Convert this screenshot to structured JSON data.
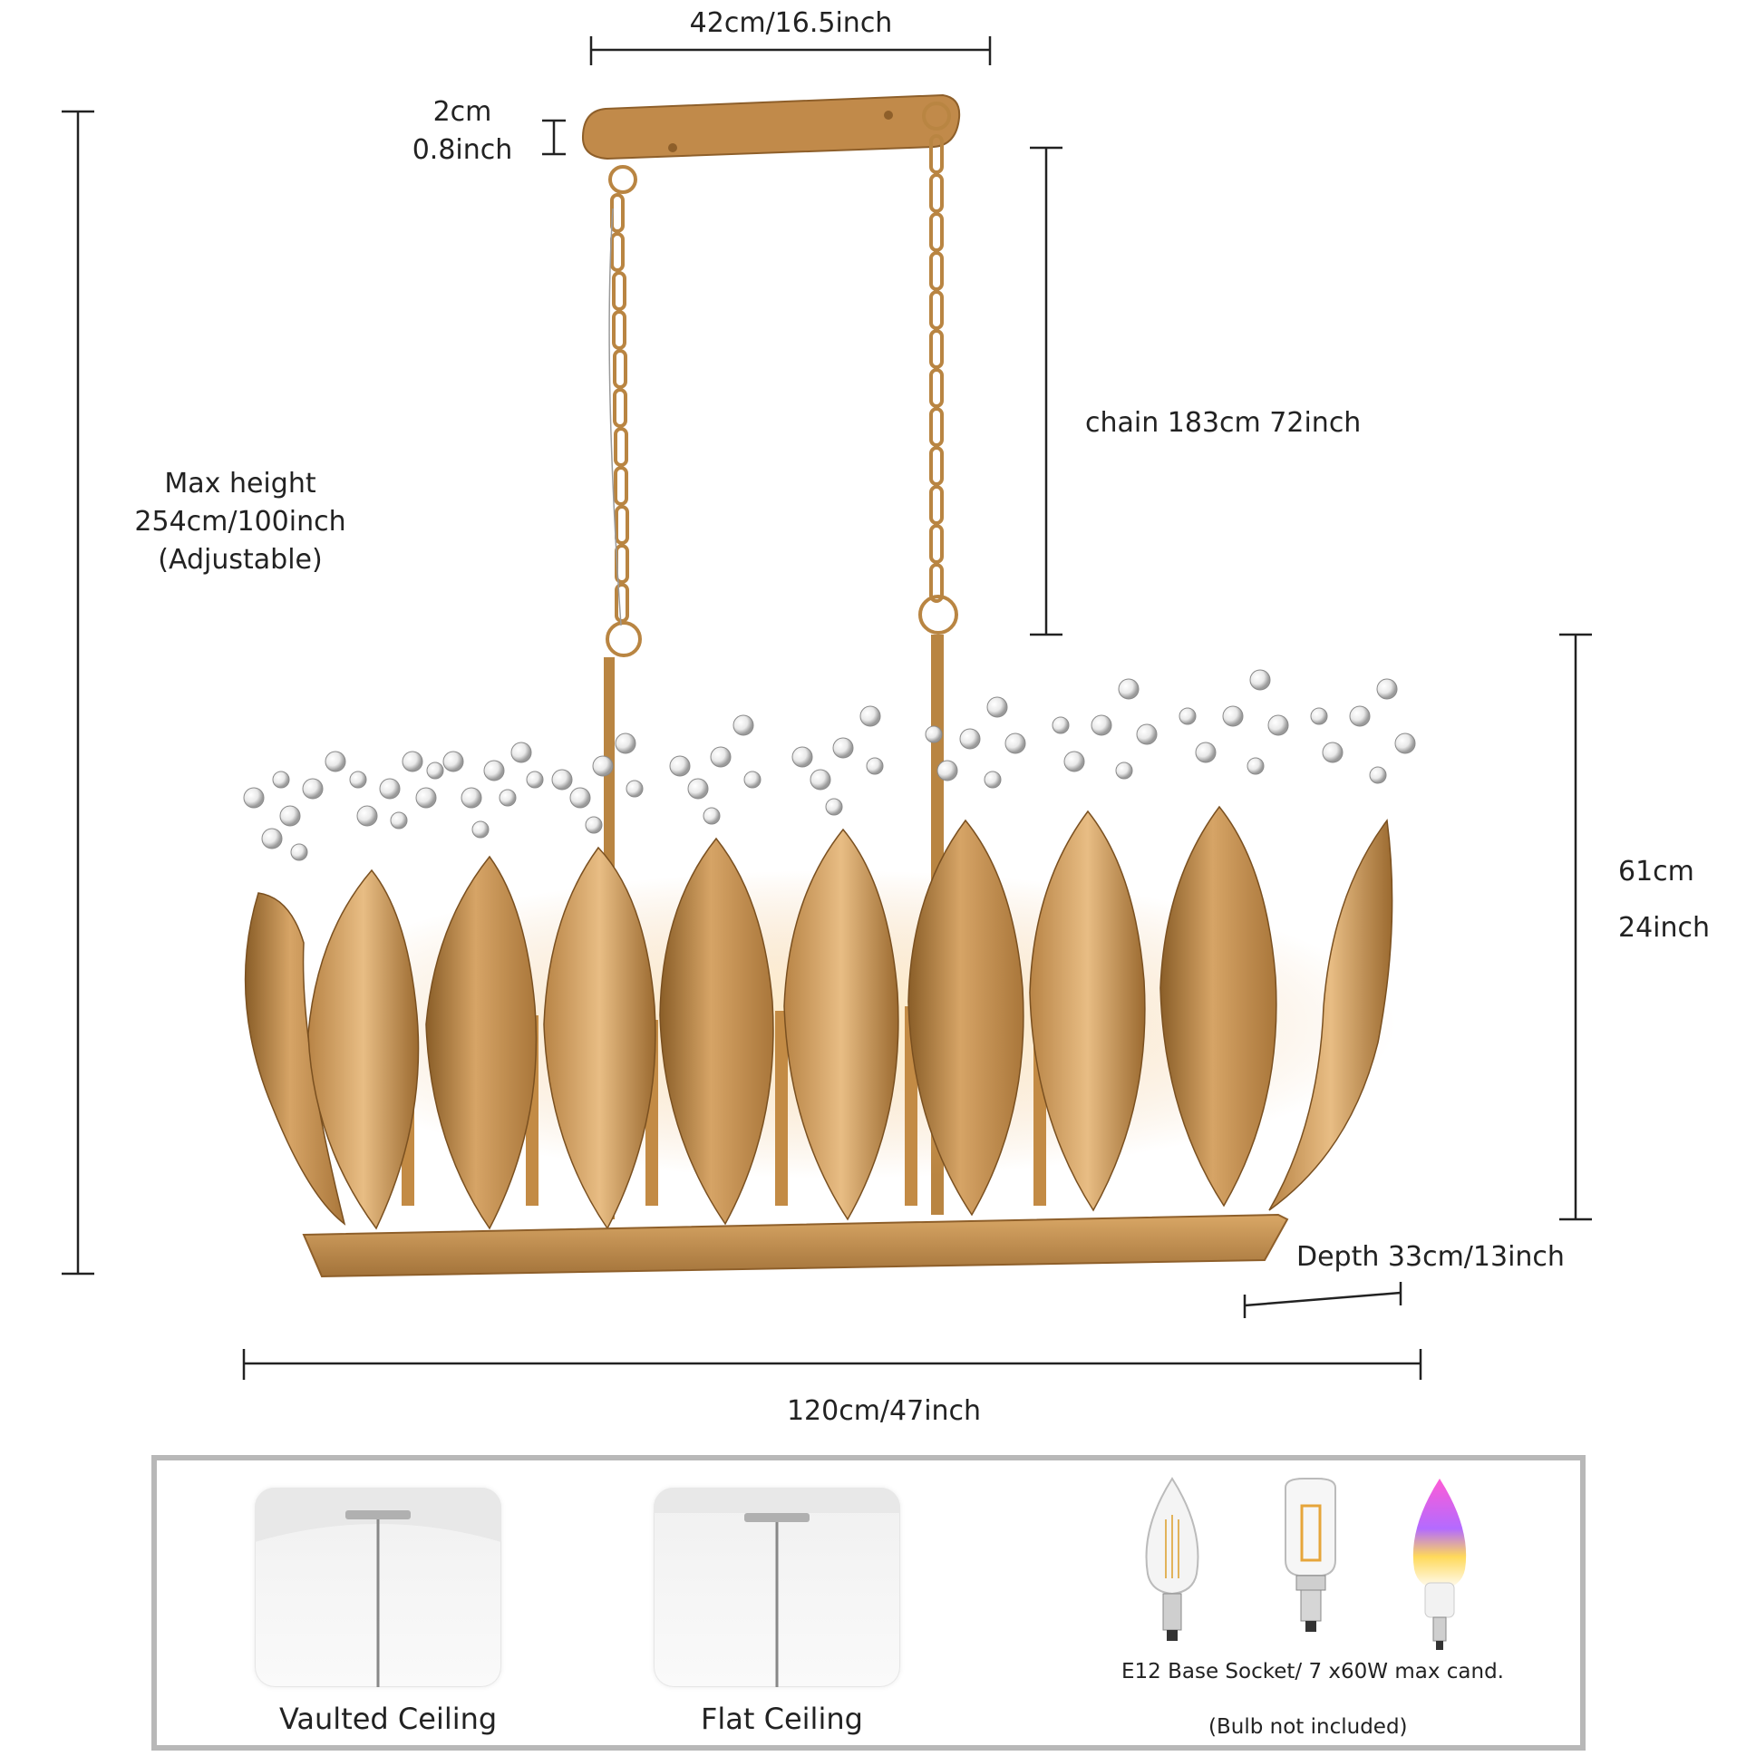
{
  "dimensions": {
    "canopy_width": "42cm/16.5inch",
    "canopy_height_cm": "2cm",
    "canopy_height_inch": "0.8inch",
    "max_height_line1": "Max height",
    "max_height_line2": "254cm/100inch",
    "max_height_line3": "(Adjustable)",
    "chain": "chain 183cm 72inch",
    "body_height_cm": "61cm",
    "body_height_inch": "24inch",
    "depth": "Depth 33cm/13inch",
    "width": "120cm/47inch"
  },
  "install_options": {
    "vaulted": "Vaulted Ceiling",
    "flat": "Flat Ceiling"
  },
  "bulbs": {
    "spec": "E12 Base Socket/ 7 x60W  max cand.",
    "note": "(Bulb not included)"
  },
  "colors": {
    "gold": "#c8924a",
    "gold_dark": "#9a6a2e",
    "gold_light": "#e0b072",
    "line": "#222222",
    "panel_border": "#b8b8b8"
  }
}
